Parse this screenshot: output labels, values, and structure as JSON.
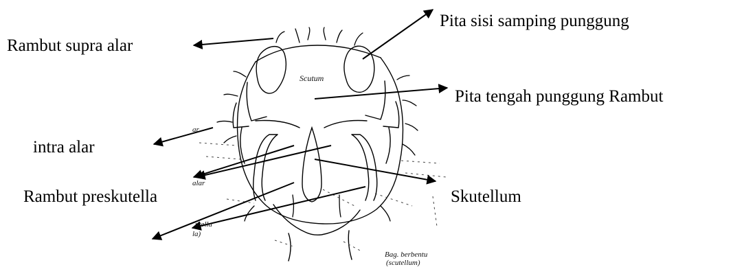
{
  "labels": {
    "supra_alar": "Rambut supra alar",
    "sisi_samping": "Pita sisi samping punggung",
    "tengah": "Pita tengah punggung Rambut",
    "intra_alar": "intra alar",
    "preskutella": "Rambut preskutella",
    "skutellum": "Skutellum"
  },
  "figure_text": {
    "scutum": "Scutum",
    "alar_left": "ar",
    "alar_mid": "alar",
    "scutella": "utella",
    "la": "la)",
    "bag_line1": "Bag. berbentu",
    "bag_line2": "(scutellum)"
  }
}
